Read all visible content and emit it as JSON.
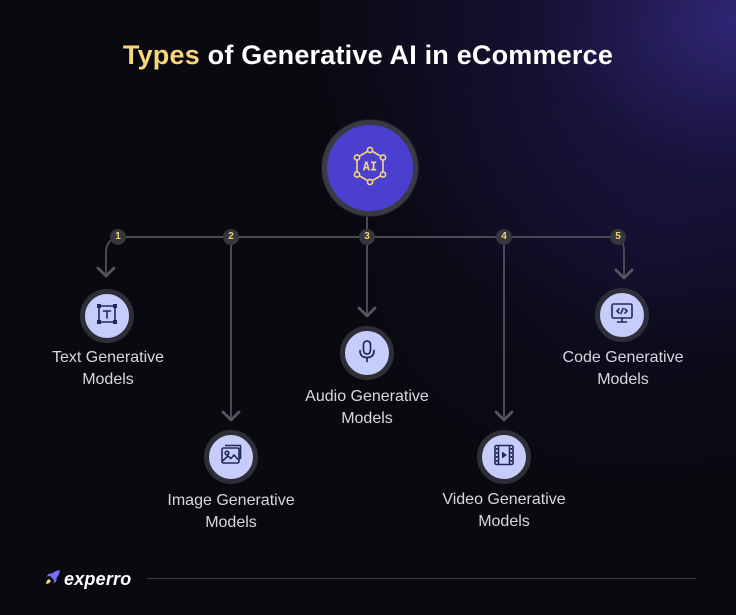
{
  "title": {
    "highlight": "Types",
    "rest": " of Generative AI in eCommerce"
  },
  "hub": {
    "icon": "ai-network-icon",
    "icon_text": "AI"
  },
  "branches": [
    {
      "number": "1",
      "line1": "Text Generative",
      "line2": "Models",
      "icon": "text-t-icon"
    },
    {
      "number": "2",
      "line1": "Image Generative",
      "line2": "Models",
      "icon": "image-icon"
    },
    {
      "number": "3",
      "line1": "Audio Generative",
      "line2": "Models",
      "icon": "microphone-icon"
    },
    {
      "number": "4",
      "line1": "Video Generative",
      "line2": "Models",
      "icon": "video-icon"
    },
    {
      "number": "5",
      "line1": "Code Generative",
      "line2": "Models",
      "icon": "code-monitor-icon"
    }
  ],
  "brand": {
    "name": "experro",
    "icon": "rocket-icon"
  },
  "colors": {
    "background": "#090910",
    "accent_yellow": "#f6d87a",
    "hub_purple": "#4a3fcf",
    "node_lavender": "#c7cdfb",
    "icon_navy": "#23265a",
    "line_gray": "#4a4a55"
  }
}
